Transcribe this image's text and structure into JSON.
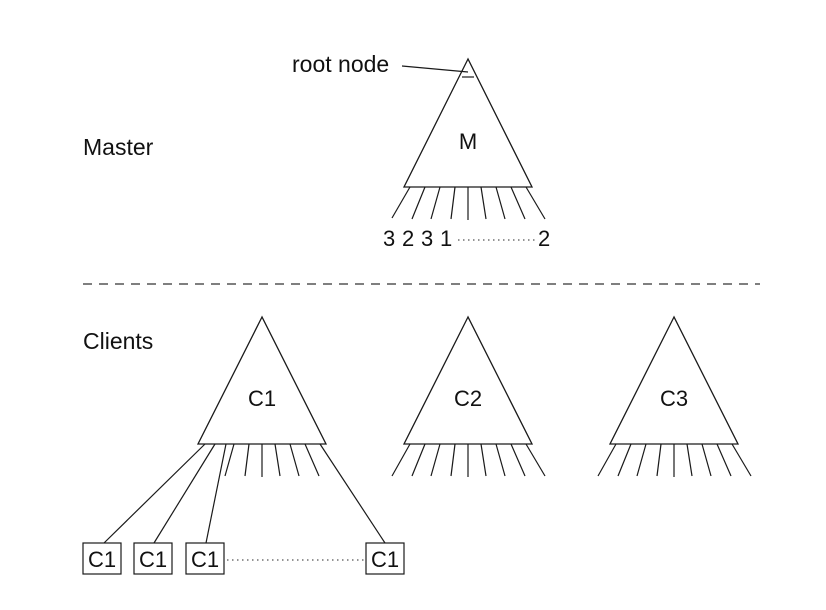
{
  "master": {
    "section_label": "Master",
    "root_node_label": "root node",
    "tree_label": "M",
    "leaf_numbers": [
      "3",
      "2",
      "3",
      "1",
      "2"
    ]
  },
  "clients": {
    "section_label": "Clients",
    "trees": [
      {
        "label": "C1"
      },
      {
        "label": "C2"
      },
      {
        "label": "C3"
      }
    ],
    "leaf_boxes": [
      "C1",
      "C1",
      "C1",
      "C1"
    ]
  }
}
